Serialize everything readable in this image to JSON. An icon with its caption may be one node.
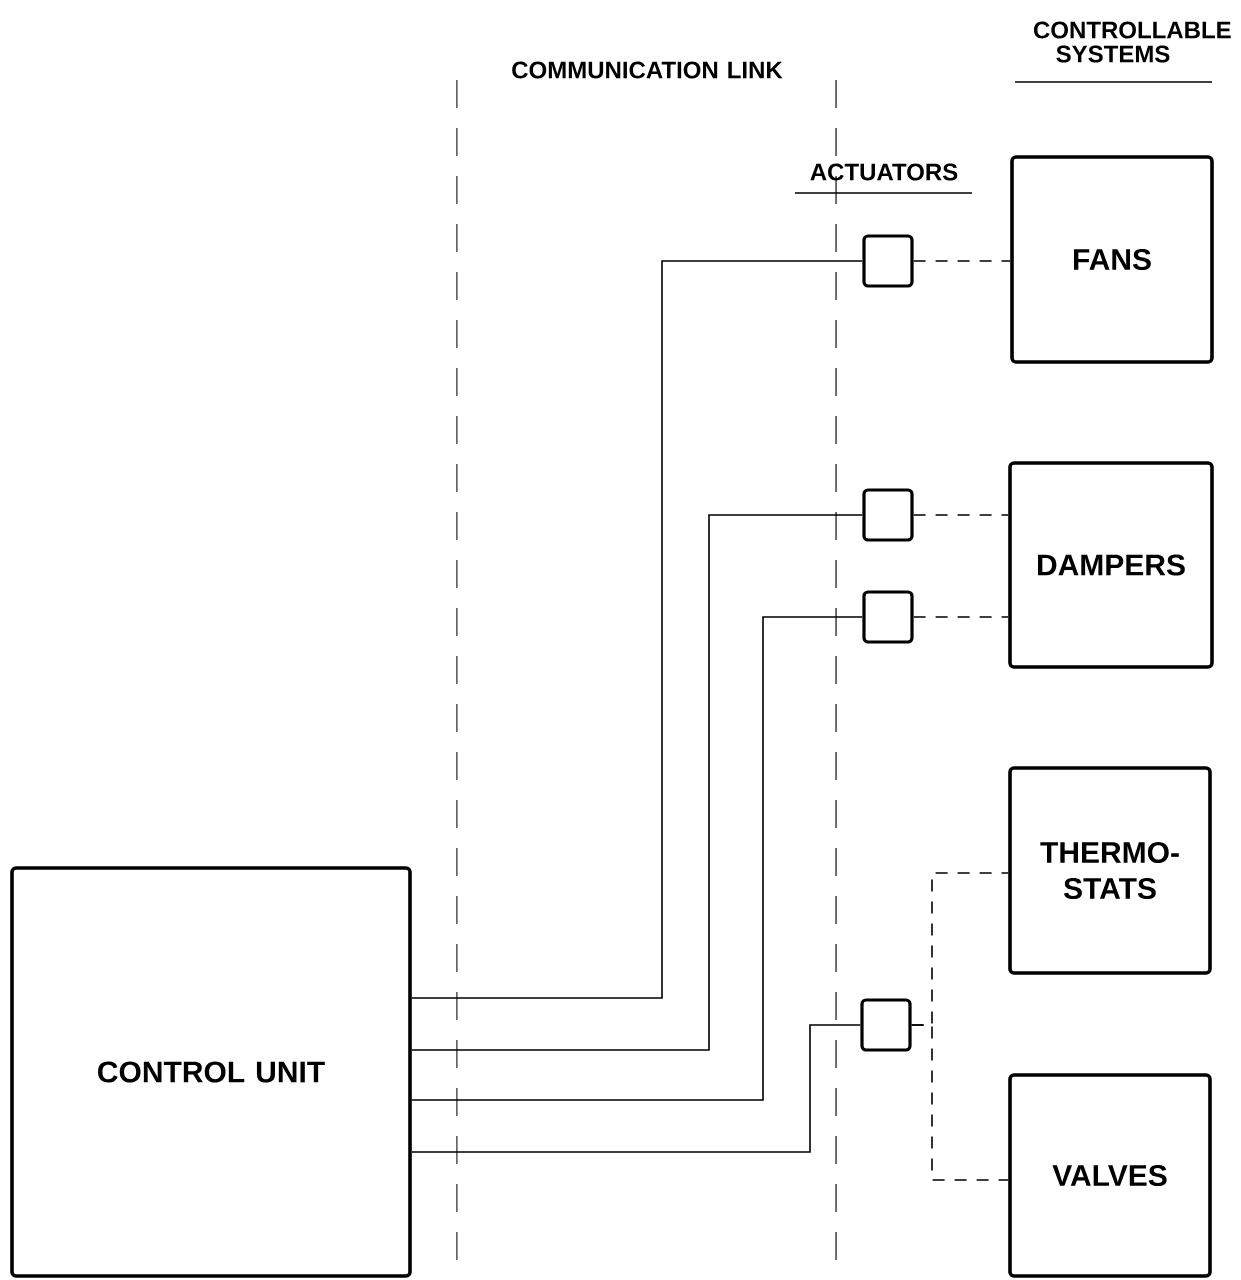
{
  "diagram": {
    "nodes": [
      {
        "text": [
          "CONTROL UNIT"
        ]
      },
      {
        "text": [],
        "shape": "box"
      },
      {
        "text": [],
        "shape": "box"
      },
      {
        "text": [],
        "shape": "box"
      },
      {
        "text": [],
        "shape": "box"
      },
      {
        "text": [
          "FANS"
        ]
      },
      {
        "text": [
          "DAMPERS"
        ]
      },
      {
        "text": [
          "THERMO- STATS"
        ]
      },
      {
        "text": [
          "VALVES"
        ]
      }
    ],
    "edges": [
      {
        "from": 0,
        "to": 1,
        "arrow": "none"
      },
      {
        "from": 0,
        "to": 2,
        "arrow": "none"
      },
      {
        "from": 0,
        "to": 3,
        "arrow": "none"
      },
      {
        "from": 0,
        "to": 4,
        "arrow": "none"
      },
      {
        "from": 1,
        "to": 5,
        "arrow": "none",
        "style": "dashed"
      },
      {
        "from": 2,
        "to": 6,
        "arrow": "none",
        "style": "dashed"
      },
      {
        "from": 3,
        "to": 6,
        "arrow": "none",
        "style": "dashed"
      },
      {
        "from": 4,
        "to": 7,
        "arrow": "none",
        "style": "dashed"
      },
      {
        "from": 4,
        "to": 8,
        "arrow": "none",
        "style": "dashed"
      }
    ],
    "labels": [
      "COMMUNICATION LINK",
      "ACTUATORS",
      "CONTROLLABLE SYSTEMS"
    ]
  }
}
